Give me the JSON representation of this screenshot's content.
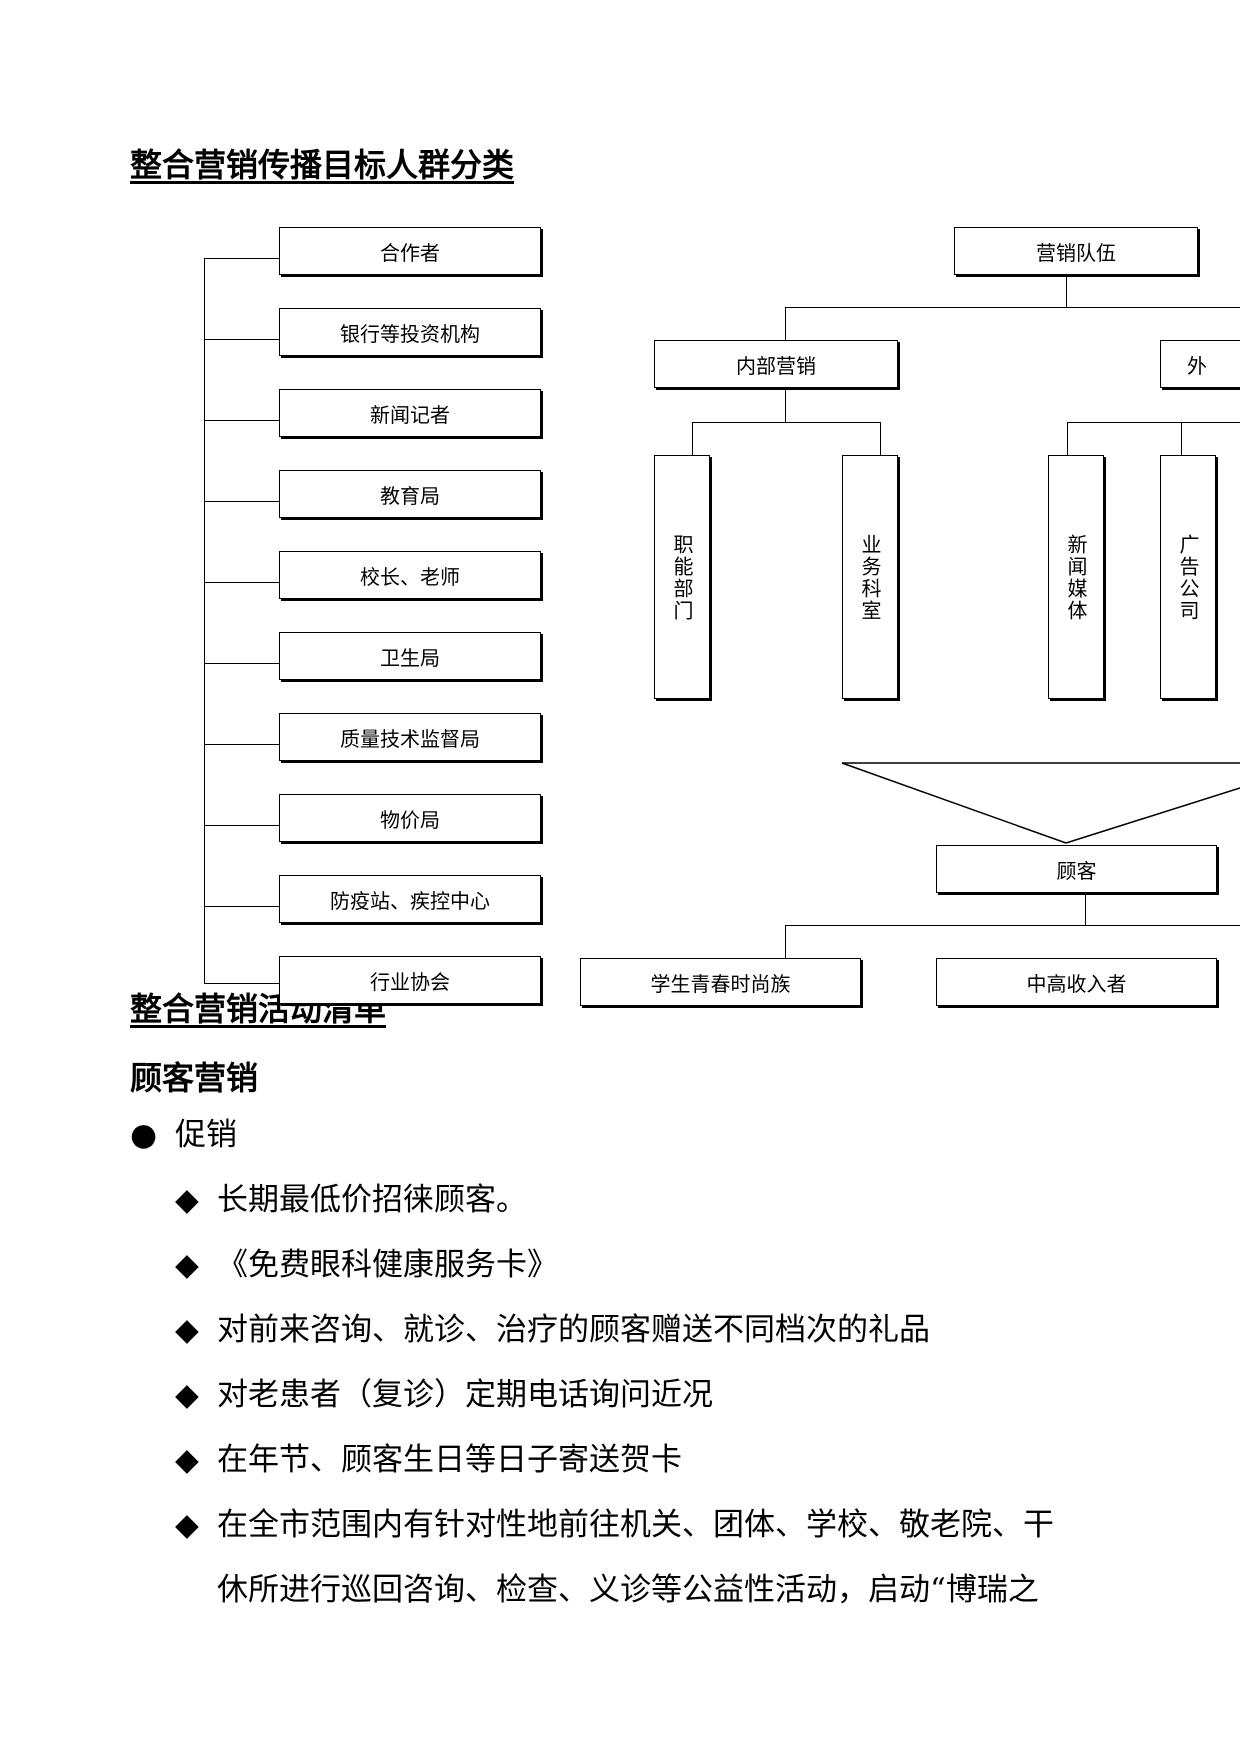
{
  "page_title": "整合营销传播目标人群分类",
  "left_tree": {
    "items": [
      "合作者",
      "银行等投资机构",
      "新闻记者",
      "教育局",
      "校长、老师",
      "卫生局",
      "质量技术监督局",
      "物价局",
      "防疫站、疾控中心",
      "行业协会"
    ]
  },
  "right_tree": {
    "root": "营销队伍",
    "internal": "内部营销",
    "external": "外",
    "internal_children": [
      "职能部门",
      "业务科室"
    ],
    "external_children": [
      "新闻媒体",
      "广告公司"
    ],
    "customer": "顾客",
    "customer_children": [
      "学生青春时尚族",
      "中高收入者"
    ]
  },
  "section_title": "整合营销活动清单",
  "subsection_title": "顾客营销",
  "bullet": {
    "symbol": "●",
    "label": "促销"
  },
  "sub_bullets": {
    "symbol": "◆",
    "items": [
      "长期最低价招徕顾客。",
      "《免费眼科健康服务卡》",
      "对前来咨询、就诊、治疗的顾客赠送不同档次的礼品",
      "对老患者（复诊）定期电话询问近况",
      "在年节、顾客生日等日子寄送贺卡",
      "在全市范围内有针对性地前往机关、团体、学校、敬老院、干"
    ],
    "continuation": "休所进行巡回咨询、检查、义诊等公益性活动，启动“博瑞之"
  }
}
